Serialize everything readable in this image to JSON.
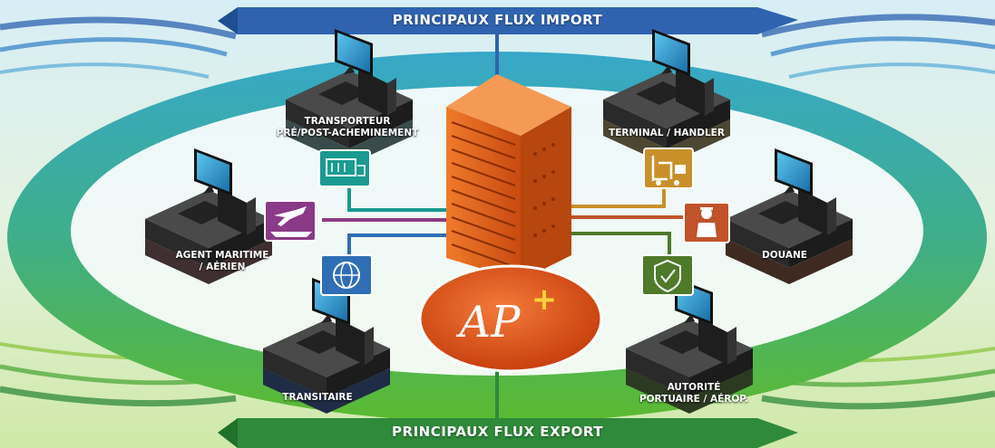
{
  "banners": {
    "import": "PRINCIPAUX FLUX IMPORT",
    "export": "PRINCIPAUX FLUX EXPORT"
  },
  "nodes": {
    "transporteur": {
      "label": "TRANSPORTEUR\nPRÉ/POST-ACHEMINEMENT",
      "color": "#3a4b4c",
      "link": "#1a9a90"
    },
    "terminal": {
      "label": "TERMINAL / HANDLER",
      "color": "#4d4632",
      "link": "#c9902a"
    },
    "agent": {
      "label": "AGENT MARITIME\n/ AÉRIEN",
      "color": "#3f2f30",
      "link": "#8a3a86"
    },
    "douane": {
      "label": "DOUANE",
      "color": "#3f2a22",
      "link": "#c0532a"
    },
    "transitaire": {
      "label": "TRANSITAIRE",
      "color": "#1f2c45",
      "link": "#2f6eb5"
    },
    "autorite": {
      "label": "AUTORITÉ\nPORTUAIRE / AÉROP.",
      "color": "#2d3a22",
      "link": "#4f7a2a"
    }
  },
  "logo": {
    "text": "AP",
    "superscript": "+"
  },
  "colors": {
    "import_banner": "#2f63b0",
    "export_banner": "#2f8a3a",
    "server": "#e8641e",
    "logo_disk": "#e85a1a"
  }
}
